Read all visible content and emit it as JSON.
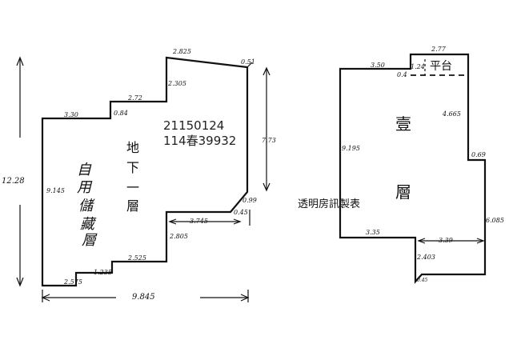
{
  "case_id": "21150124",
  "case_code": "114春39932",
  "caption": "透明房訊製表",
  "basement": {
    "name_chars": [
      "地",
      "下",
      "一",
      "層"
    ],
    "use_chars": [
      "自",
      "用",
      "儲",
      "藏",
      "層"
    ],
    "dims": {
      "top_2825": "2.825",
      "top_051": "0.51",
      "step_2305": "2.305",
      "step_272": "2.72",
      "step_084": "0.84",
      "left_top_330": "3.30",
      "left_9145": "9.145",
      "overall_h": "12.28",
      "right_h": "7.73",
      "corner_099": "0.99",
      "notch_3745": "3.745",
      "notch_045": "0.45",
      "notch_v_2805": "2.805",
      "bottom_2525": "2.525",
      "bottom_1235": "1.235",
      "bottom_2575": "2.575",
      "overall_w": "9.845"
    }
  },
  "ground": {
    "name_chars": [
      "壹",
      "層"
    ],
    "platform": "平台",
    "dims": {
      "top_350": "3.50",
      "plat_277": "2.77",
      "plat_124": "1.24",
      "plat_04": "0.4",
      "left_9195": "9.195",
      "right_4665": "4.665",
      "step_069": "0.69",
      "right_6085": "6.085",
      "bottom_335": "3.35",
      "bottom_339": "3.39",
      "notch_2403": "2.403",
      "notch_045": "0.45"
    }
  }
}
